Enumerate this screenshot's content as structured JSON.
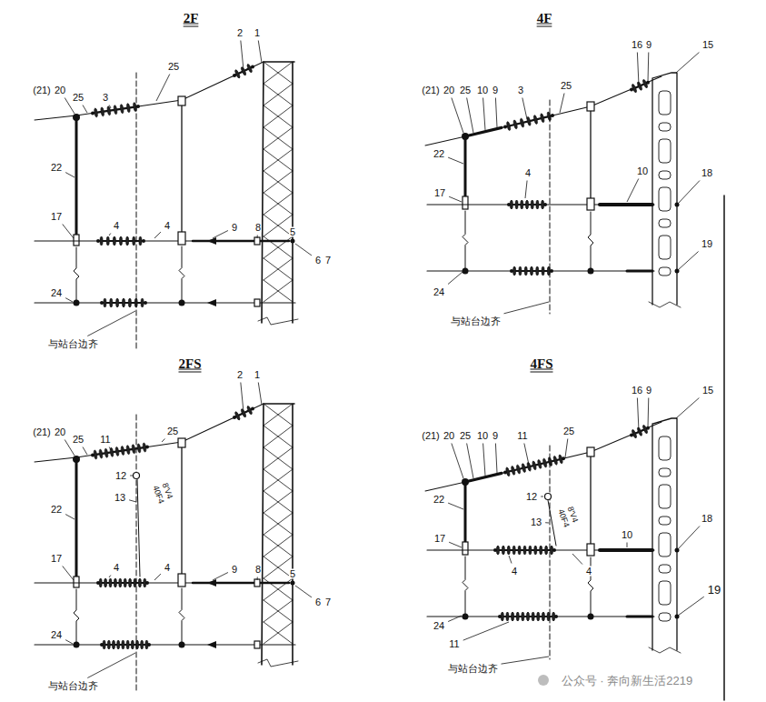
{
  "diagram": {
    "labels": [
      "2F",
      "2",
      "1",
      "(21)",
      "20",
      "25",
      "3",
      "25",
      "22",
      "17",
      "4",
      "4",
      "9",
      "8",
      "5",
      "6",
      "7",
      "24",
      "与站台边齐",
      "4F",
      "16",
      "9",
      "15",
      "(21)",
      "20",
      "25",
      "10",
      "9",
      "3",
      "25",
      "22",
      "17",
      "4",
      "10",
      "18",
      "19",
      "24",
      "与站台边齐",
      "2FS",
      "2",
      "1",
      "(21)",
      "20",
      "25",
      "11",
      "25",
      "12",
      "13",
      "8'V4",
      "40F4",
      "22",
      "17",
      "4",
      "4",
      "9",
      "8",
      "5",
      "6",
      "7",
      "24",
      "与站台边齐",
      "4FS",
      "16",
      "9",
      "15",
      "(21)",
      "20",
      "25",
      "10",
      "9",
      "11",
      "25",
      "22",
      "12",
      "13",
      "8'V4",
      "40F4",
      "17",
      "4",
      "4",
      "10",
      "18",
      "19",
      "24",
      "11",
      "与站台边齐",
      "公众号 · 奔向新生活2219"
    ]
  }
}
